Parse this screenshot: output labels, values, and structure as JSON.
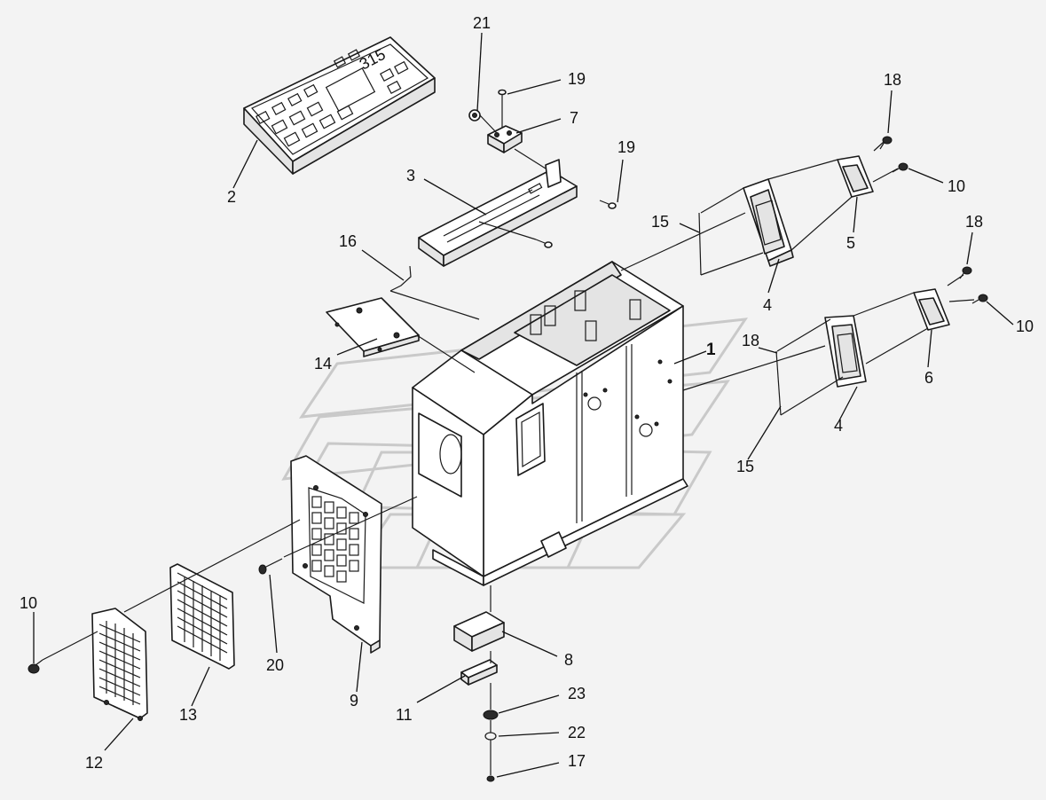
{
  "callouts": {
    "c1": "1",
    "c2": "2",
    "c3": "3",
    "c4a": "4",
    "c4b": "4",
    "c5": "5",
    "c6": "6",
    "c7": "7",
    "c8": "8",
    "c9": "9",
    "c10a": "10",
    "c10b": "10",
    "c10c": "10",
    "c11": "11",
    "c12": "12",
    "c13": "13",
    "c14": "14",
    "c15a": "15",
    "c15b": "15",
    "c16": "16",
    "c17": "17",
    "c18a": "18",
    "c18b": "18",
    "c18c": "18",
    "c19a": "19",
    "c19b": "19",
    "c20": "20",
    "c21": "21",
    "c22": "22",
    "c23": "23"
  },
  "display_panel": {
    "label": "315"
  }
}
